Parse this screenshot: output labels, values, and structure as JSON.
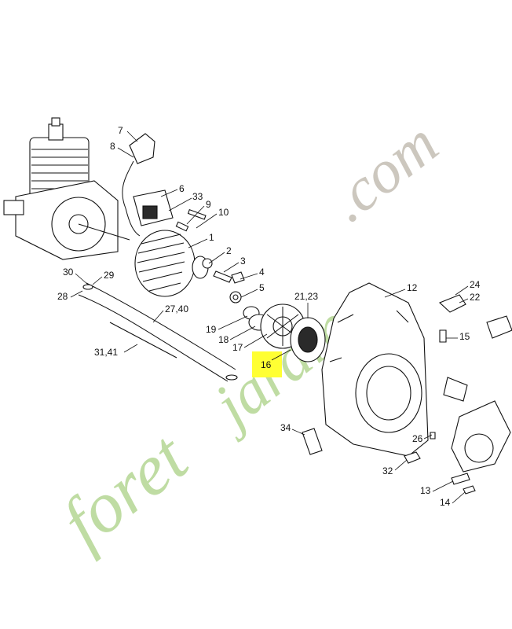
{
  "diagram": {
    "highlighted_callout": "16",
    "highlight_color": "#ffff33",
    "watermark": {
      "text_part1": "foret",
      "text_part2": "jardin",
      "text_part3": ".com",
      "color_green": "#b9d99a",
      "color_gray": "#c7c1b8"
    },
    "callouts": {
      "c1": "1",
      "c2": "2",
      "c3": "3",
      "c4": "4",
      "c5": "5",
      "c6": "6",
      "c7": "7",
      "c8": "8",
      "c9": "9",
      "c10": "10",
      "c12": "12",
      "c13": "13",
      "c14": "14",
      "c15": "15",
      "c16": "16",
      "c17": "17",
      "c18": "18",
      "c19": "19",
      "c21_23": "21,23",
      "c22": "22",
      "c24": "24",
      "c26": "26",
      "c27_40": "27,40",
      "c28": "28",
      "c29": "29",
      "c30": "30",
      "c31_41": "31,41",
      "c32": "32",
      "c33": "33",
      "c34": "34"
    }
  }
}
